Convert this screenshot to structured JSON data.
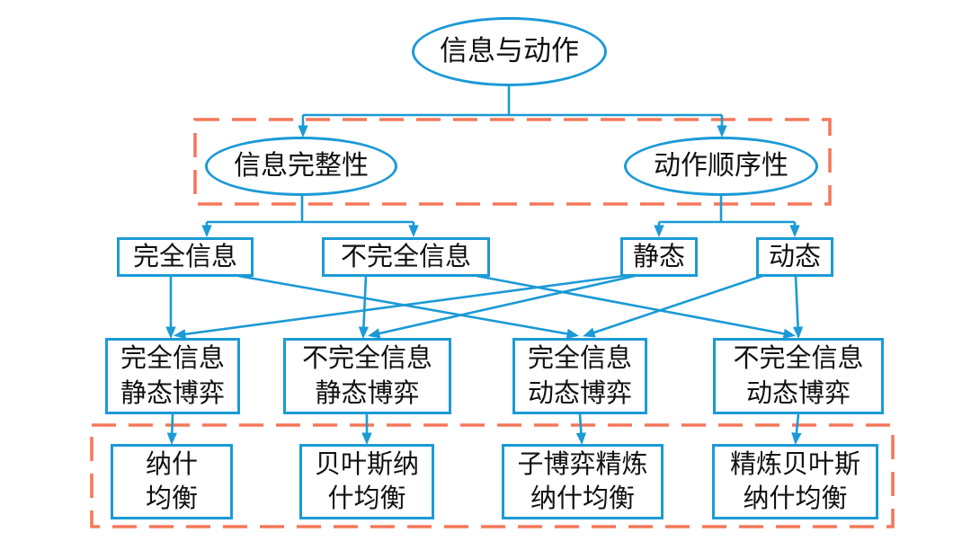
{
  "colors": {
    "line_blue": "#1b9ad6",
    "dashed_orange": "#f5785a",
    "text": "#111111",
    "background": "#ffffff"
  },
  "nodes": {
    "root": "信息与动作",
    "info_completeness": "信息完整性",
    "action_order": "动作顺序性",
    "complete_info": "完全信息",
    "incomplete_info": "不完全信息",
    "static": "静态",
    "dynamic": "动态",
    "complete_static_game": "完全信息\n静态博弈",
    "incomplete_static_game": "不完全信息\n静态博弈",
    "complete_dynamic_game": "完全信息\n动态博弈",
    "incomplete_dynamic_game": "不完全信息\n动态博弈",
    "nash": "纳什\n均衡",
    "bayesian_nash": "贝叶斯纳\n什均衡",
    "subgame_perfect_nash": "子博弈精炼\n纳什均衡",
    "perfect_bayesian_nash": "精炼贝叶斯\n纳什均衡"
  },
  "edges": [
    {
      "from": "root",
      "to": "info_completeness"
    },
    {
      "from": "root",
      "to": "action_order"
    },
    {
      "from": "info_completeness",
      "to": "complete_info"
    },
    {
      "from": "info_completeness",
      "to": "incomplete_info"
    },
    {
      "from": "action_order",
      "to": "static"
    },
    {
      "from": "action_order",
      "to": "dynamic"
    },
    {
      "from": "complete_info",
      "to": "complete_static_game"
    },
    {
      "from": "complete_info",
      "to": "complete_dynamic_game"
    },
    {
      "from": "incomplete_info",
      "to": "incomplete_static_game"
    },
    {
      "from": "incomplete_info",
      "to": "incomplete_dynamic_game"
    },
    {
      "from": "static",
      "to": "complete_static_game"
    },
    {
      "from": "static",
      "to": "incomplete_static_game"
    },
    {
      "from": "dynamic",
      "to": "complete_dynamic_game"
    },
    {
      "from": "dynamic",
      "to": "incomplete_dynamic_game"
    },
    {
      "from": "complete_static_game",
      "to": "nash"
    },
    {
      "from": "incomplete_static_game",
      "to": "bayesian_nash"
    },
    {
      "from": "complete_dynamic_game",
      "to": "subgame_perfect_nash"
    },
    {
      "from": "incomplete_dynamic_game",
      "to": "perfect_bayesian_nash"
    }
  ]
}
